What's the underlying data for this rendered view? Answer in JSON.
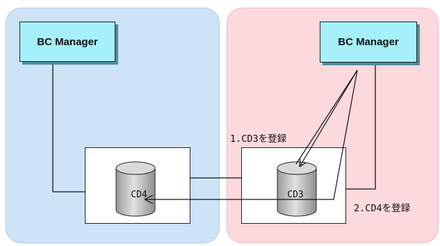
{
  "left_site": {
    "manager_label": "BC Manager",
    "disk_label": "CD4"
  },
  "right_site": {
    "manager_label": "BC Manager",
    "disk_label": "CD3"
  },
  "steps": {
    "step1": "1.CD3を登録",
    "step2": "2.CD4を登録"
  },
  "colors": {
    "left_region": "#cfe3f7",
    "right_region": "#fbd9dd",
    "manager_box": "#a6f0fb",
    "disk_fill": "#c8c8c8"
  }
}
